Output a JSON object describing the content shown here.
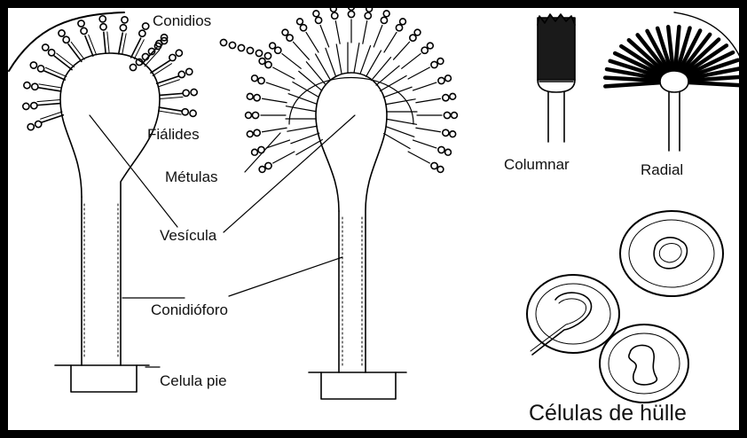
{
  "labels": {
    "conidios": "Conidios",
    "fialides": "Fiálides",
    "metulas": "Métulas",
    "vesicula": "Vesícula",
    "conidioforo": "Conidióforo",
    "celula_pie": "Celula pie",
    "columnar": "Columnar",
    "radial": "Radial",
    "celulas_hulle": "Células de hülle"
  },
  "colors": {
    "line": "#000000",
    "background": "#ffffff"
  }
}
